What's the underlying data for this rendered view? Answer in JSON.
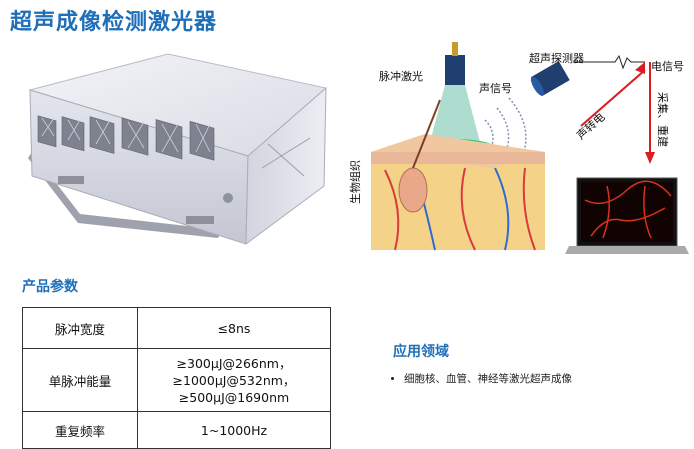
{
  "page": {
    "title": "超声成像检测激光器"
  },
  "product_section": {
    "title": "产品参数",
    "rows": [
      {
        "label": "脉冲宽度",
        "values": [
          "≤8ns"
        ]
      },
      {
        "label": "单脉冲能量",
        "values": [
          "≥300μJ@266nm，",
          "≥1000μJ@532nm，",
          "≥500μJ@1690nm"
        ]
      },
      {
        "label": "重复频率",
        "values": [
          "1~1000Hz"
        ]
      }
    ]
  },
  "application_section": {
    "title": "应用领域",
    "items": [
      "细胞核、血管、神经等激光超声成像"
    ]
  },
  "diagram": {
    "pulse_laser": "脉冲激光",
    "acoustic_detector": "超声探测器",
    "acoustic_signal": "声信号",
    "electric_signal": "电信号",
    "sound_to_electric": "声转电",
    "acquire_reconstruct": "采集、重建",
    "bio_tissue": "生物组织"
  },
  "colors": {
    "title_blue": "#1f6fb8",
    "arrow_red": "#d81e1e"
  }
}
